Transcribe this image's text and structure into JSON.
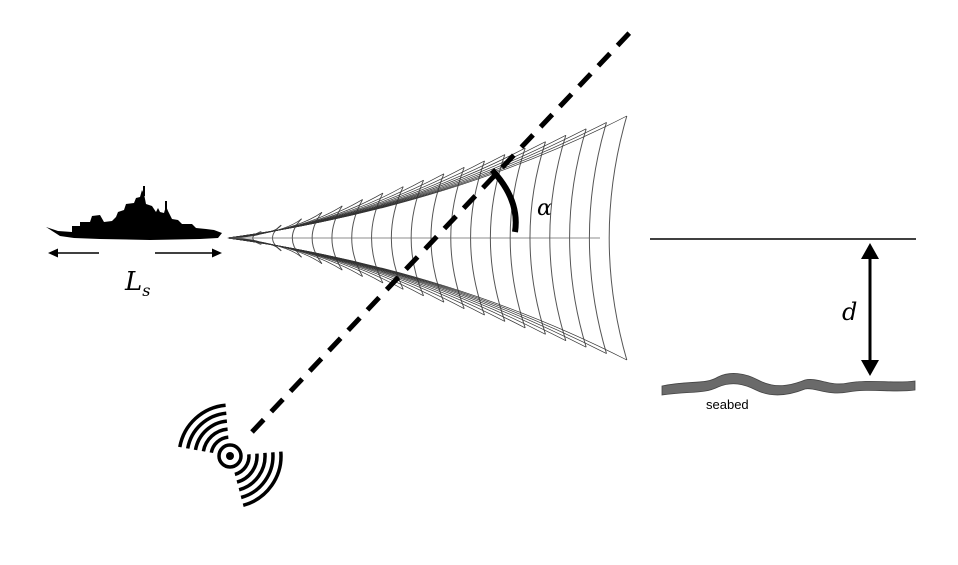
{
  "labels": {
    "ship_length_symbol": "L",
    "ship_length_subscript": "s",
    "angle_symbol": "α",
    "depth_symbol": "d",
    "seabed_text": "seabed"
  },
  "colors": {
    "ink": "#000000",
    "wake_lines": "#555555",
    "seabed": "#6a6a6a"
  },
  "icons": {
    "ship": "warship-silhouette-icon",
    "sensor": "radio-wave-source-icon"
  }
}
